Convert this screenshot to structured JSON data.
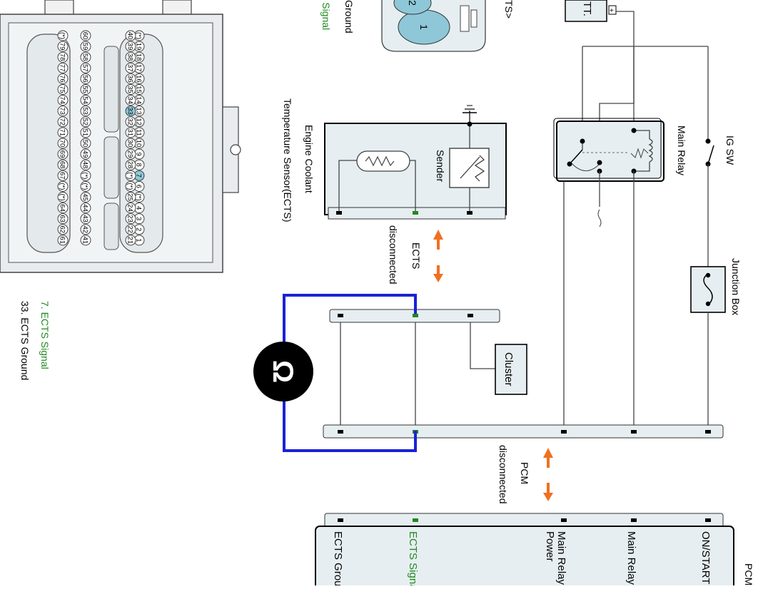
{
  "connector_top": {
    "label_ground": "Ground",
    "label_signal": "S Signal",
    "pin_1": "1",
    "pin_2": "2",
    "header_fragment": "TS>"
  },
  "battery": {
    "label": "TT.",
    "plus": "+"
  },
  "components": {
    "ig_switch": "IG SW",
    "main_relay": "Main Relay",
    "junction_box": "Junction Box",
    "ects_title_1": "Engine Coolant",
    "ects_title_2": "Temperature Sensor(ECTS)",
    "sender": "Sender",
    "cluster": "Cluster",
    "ohm_symbol": "Ω"
  },
  "annotations": {
    "ects_disc_1": "ECTS",
    "ects_disc_2": "disconnected",
    "pcm_disc_1": "PCM",
    "pcm_disc_2": "disconnected"
  },
  "pcm": {
    "title": "PCM",
    "pins": [
      {
        "label": "ON/START"
      },
      {
        "label": "Main Relay"
      },
      {
        "label": "Main Relay",
        "label2": "Power"
      },
      {
        "label": "ECTS Signal",
        "highlight": true
      },
      {
        "label": "ECTS Ground"
      }
    ]
  },
  "legend": {
    "signal": "7. ECTS Signal",
    "ground": "33. ECTS Ground"
  },
  "pcm_connector": {
    "rows": [
      [
        "(*)",
        "19",
        "18",
        "17",
        "16",
        "15",
        "14",
        "13",
        "12",
        "11",
        "10",
        "9",
        "8",
        "7",
        "6",
        "(*)",
        "4",
        "3",
        "2",
        "1"
      ],
      [
        "40",
        "39",
        "38",
        "37",
        "36",
        "35",
        "34",
        "33",
        "32",
        "31",
        "30",
        "29",
        "28",
        "(*)",
        "(*)",
        "25",
        "24",
        "23",
        "22",
        "21"
      ],
      [
        "60",
        "59",
        "58",
        "57",
        "56",
        "55",
        "54",
        "53",
        "52",
        "51",
        "50",
        "49",
        "48",
        "(*)",
        "(*)",
        "45",
        "44",
        "43",
        "42",
        "41"
      ],
      [
        "(*)",
        "79",
        "78",
        "77",
        "76",
        "75",
        "74",
        "73",
        "72",
        "71",
        "70",
        "69",
        "68",
        "67",
        "(*)",
        "(*)",
        "64",
        "63",
        "62",
        "61"
      ]
    ],
    "highlighted": [
      "7",
      "33"
    ]
  },
  "colors": {
    "signal_green": "#1f8a1f",
    "measure_blue": "#1a22d6",
    "arrow_orange": "#f07020",
    "panel_fill": "#e6eef1",
    "highlight_pin": "#8ec7d8"
  }
}
